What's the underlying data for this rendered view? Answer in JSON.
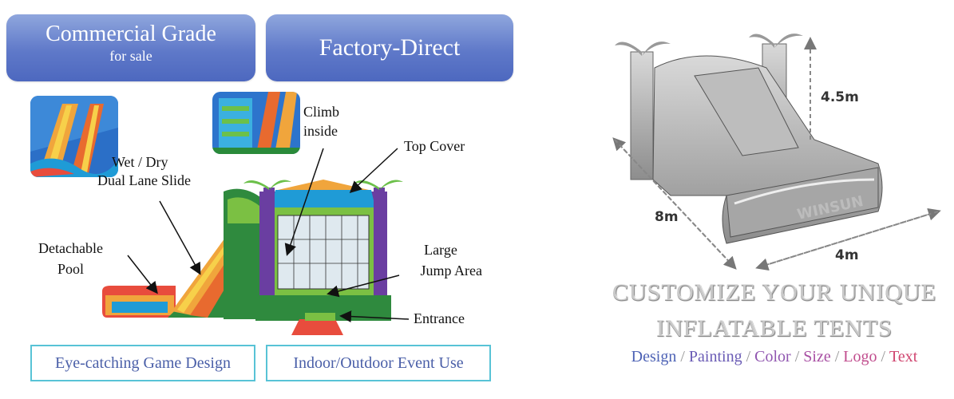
{
  "banners": {
    "commercial": {
      "title": "Commercial Grade",
      "subtitle": "for sale"
    },
    "factory": {
      "title": "Factory-Direct"
    }
  },
  "labels": {
    "wet_dry_1": "Wet / Dry",
    "wet_dry_2": "Dual Lane Slide",
    "climb_1": "Climb",
    "climb_2": "inside",
    "top_cover": "Top Cover",
    "detach_1": "Detachable",
    "detach_2": "Pool",
    "jump_1": "Large",
    "jump_2": "Jump Area",
    "entrance": "Entrance"
  },
  "features": {
    "game_design": "Eye-catching Game Design",
    "event_use": "Indoor/Outdoor Event Use"
  },
  "dimensions": {
    "height": "4.5m",
    "length": "8m",
    "width": "4m"
  },
  "customize": {
    "line1": "CUSTOMIZE YOUR UNIQUE",
    "line2": "INFLATABLE TENTS"
  },
  "options": [
    {
      "label": "Design",
      "color": "#4d62b5"
    },
    {
      "label": "Painting",
      "color": "#6a5bb5"
    },
    {
      "label": "Color",
      "color": "#9056b0"
    },
    {
      "label": "Size",
      "color": "#a84fa3"
    },
    {
      "label": "Logo",
      "color": "#c14d8e"
    },
    {
      "label": "Text",
      "color": "#d0456f"
    }
  ],
  "brand": "WINSUN",
  "colors": {
    "banner": "#5f79c9",
    "feature_border": "#58c3d6",
    "feature_text": "#4a5fa8"
  }
}
